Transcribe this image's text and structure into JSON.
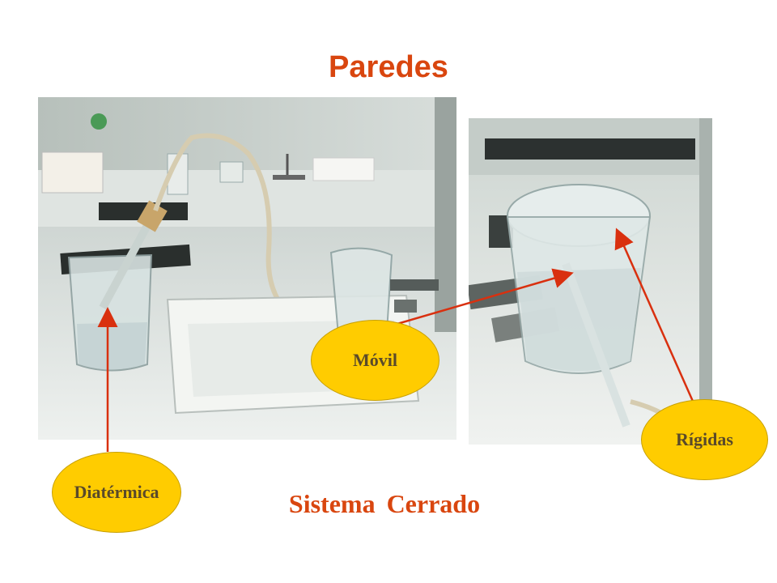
{
  "slide": {
    "title": "Paredes",
    "subtitle": "Sistema Cerrado"
  },
  "callouts": {
    "movil": "Móvil",
    "rigidas": "Rígidas",
    "diatermica": "Diatérmica"
  },
  "colors": {
    "title": "#d9460f",
    "callout_fill": "#ffcc00",
    "arrow": "#d9300f"
  }
}
